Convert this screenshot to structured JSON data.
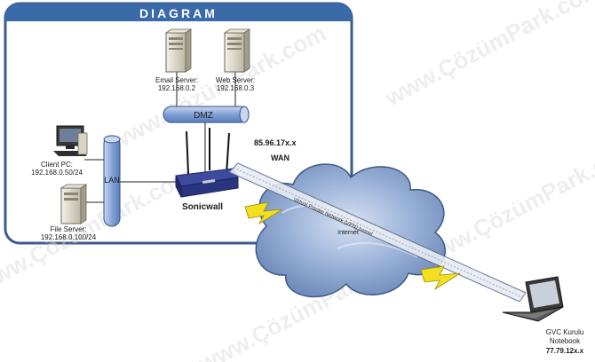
{
  "diagram": {
    "title": "DIAGRAM",
    "watermark": "www.ÇözümPark.com",
    "nodes": {
      "email_server": {
        "line1": "Email Server:",
        "line2": "192.168.0.2"
      },
      "web_server": {
        "line1": "Web Server:",
        "line2": "192.168.0.3"
      },
      "dmz": {
        "label": "DMZ"
      },
      "lan": {
        "label": "LAN"
      },
      "client_pc": {
        "line1": "Client PC:",
        "line2": "192.168.0.50/24"
      },
      "file_server": {
        "line1": "File Server:",
        "line2": "192.168.0.100/24"
      },
      "sonicwall": {
        "label": "Sonicwall"
      },
      "wan": {
        "ip": "85.96.17x.x",
        "label": "WAN"
      },
      "internet": {
        "label": "Internet"
      },
      "notebook": {
        "line1": "GVC Kurulu",
        "line2": "Notebook",
        "line3": "77.79.12x.x"
      }
    },
    "tunnel_text": "Virtual Private Network (VPN) tunnel"
  },
  "colors": {
    "header_fill": "#3b6aa8",
    "frame_stroke": "#3a5d8a",
    "pipe_fill": "#9fb8e0",
    "cloud_fill": "#8aa7d0",
    "lightning": "#f2e020",
    "device": "#2b3a8a"
  }
}
